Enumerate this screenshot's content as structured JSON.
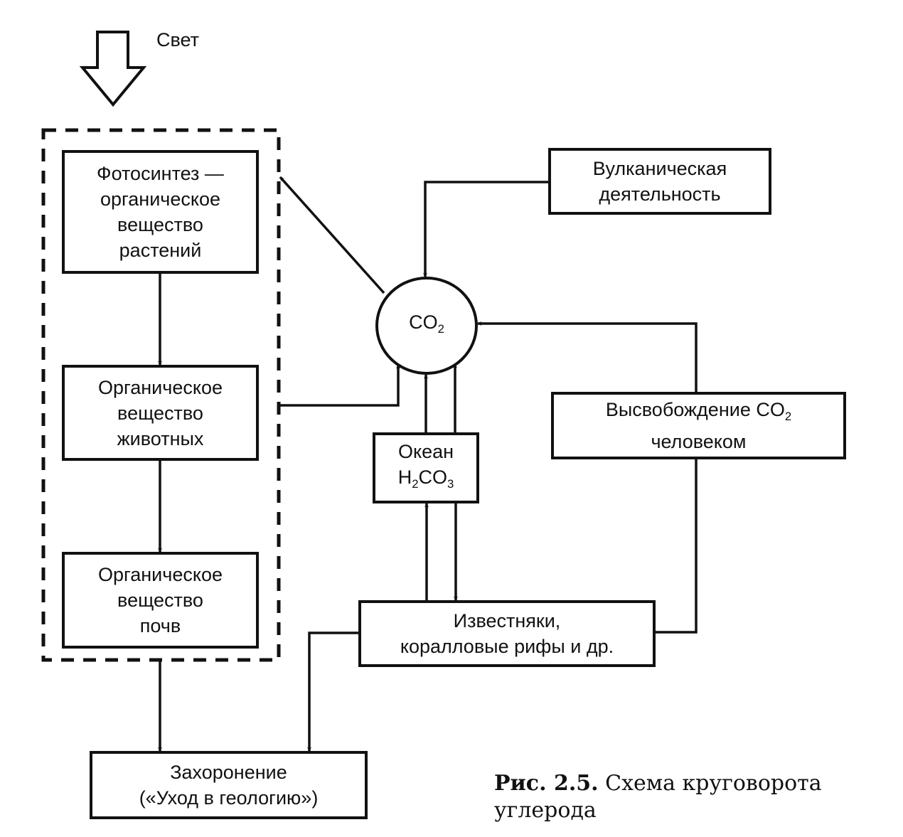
{
  "diagram": {
    "type": "flowchart",
    "title": "Схема круговорота углерода",
    "caption": {
      "label": "Рис. 2.5.",
      "text": "Схема круговорота углерода"
    },
    "light_arrow": {
      "label": "Свет",
      "icon": "hollow-down-arrow"
    },
    "group": {
      "name": "biosphere-group",
      "style": "dashed"
    },
    "nodes": {
      "photosynthesis": {
        "lines": [
          "Фотосинтез —",
          "органическое",
          "вещество",
          "растений"
        ]
      },
      "animals": {
        "lines": [
          "Органическое",
          "вещество",
          "животных"
        ]
      },
      "soils": {
        "lines": [
          "Органическое",
          "вещество",
          "почв"
        ]
      },
      "co2": {
        "base": "CO",
        "sub": "2",
        "shape": "circle"
      },
      "volcanic": {
        "lines": [
          "Вулканическая",
          "деятельность"
        ]
      },
      "human": {
        "line1_base": "Высвобождение CO",
        "line1_sub": "2",
        "line2": "человеком"
      },
      "ocean": {
        "line1": "Океан",
        "formula": [
          [
            "H",
            ""
          ],
          [
            "",
            "2"
          ],
          [
            "CO",
            ""
          ],
          [
            "",
            "3"
          ]
        ]
      },
      "limestone": {
        "lines": [
          "Известняки,",
          "коралловые рифы и др."
        ]
      },
      "burial": {
        "lines": [
          "Захоронение",
          "(«Уход в геологию»)"
        ]
      }
    },
    "edges": [
      {
        "from": "light",
        "to": "group"
      },
      {
        "from": "photosynthesis",
        "to": "animals"
      },
      {
        "from": "animals",
        "to": "soils"
      },
      {
        "from": "co2",
        "to": "group"
      },
      {
        "from": "group",
        "to": "co2"
      },
      {
        "from": "volcanic",
        "to": "co2"
      },
      {
        "from": "human",
        "to": "co2"
      },
      {
        "from": "ocean",
        "to": "co2",
        "count": 2
      },
      {
        "from": "limestone",
        "to": "ocean"
      },
      {
        "from": "ocean",
        "to": "limestone"
      },
      {
        "from": "limestone",
        "to": "human"
      },
      {
        "from": "group",
        "to": "burial"
      },
      {
        "from": "limestone",
        "to": "burial"
      }
    ]
  }
}
